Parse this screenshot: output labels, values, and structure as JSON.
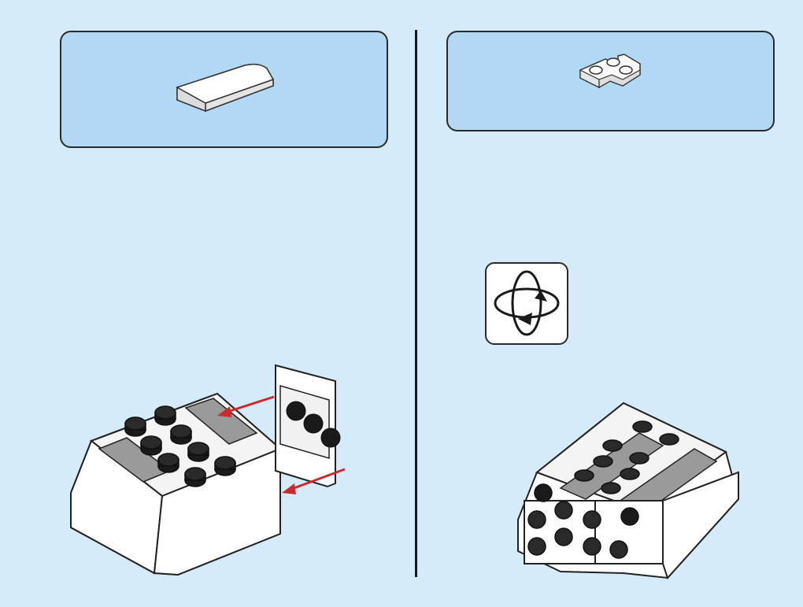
{
  "steps": [
    {
      "parts_callout": {
        "parts": [
          {
            "icon": "curved-slope-2x4-white",
            "color": "#ffffff"
          }
        ]
      },
      "build": {
        "arrows": 2,
        "arrow_color": "#cc2b2b"
      }
    },
    {
      "parts_callout": {
        "parts": [
          {
            "icon": "corner-plate-2x2-white",
            "color": "#ffffff"
          }
        ]
      },
      "rotate_hint": {
        "icon": "rotate-model-icon"
      },
      "build": {
        "arrows": 0
      }
    }
  ],
  "colors": {
    "background": "#d6ebfa",
    "callout_fill": "#b3d8f4",
    "brick_white": "#ffffff",
    "brick_grey": "#9a9a9a",
    "stud_black": "#1a1a1a",
    "arrow_red": "#cc2b2b"
  },
  "page_number": ""
}
